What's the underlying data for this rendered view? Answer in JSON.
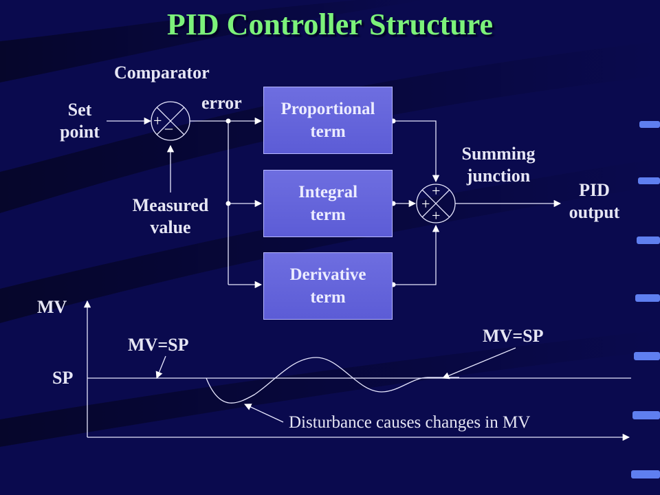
{
  "title": "PID Controller Structure",
  "labels": {
    "comparator": "Comparator",
    "set_point_line1": "Set",
    "set_point_line2": "point",
    "error": "error",
    "measured_line1": "Measured",
    "measured_line2": "value",
    "summing_line1": "Summing",
    "summing_line2": "junction",
    "pid_output_line1": "PID",
    "pid_output_line2": "output"
  },
  "blocks": [
    {
      "line1": "Proportional",
      "line2": "term"
    },
    {
      "line1": "Integral",
      "line2": "term"
    },
    {
      "line1": "Derivative",
      "line2": "term"
    }
  ],
  "signs": {
    "comparator_plus": "+",
    "comparator_minus": "–",
    "sum_top": "+",
    "sum_left": "+",
    "sum_bottom": "+"
  },
  "graph": {
    "y_label": "MV",
    "sp_label": "SP",
    "annotation_left": "MV=SP",
    "annotation_right": "MV=SP",
    "disturbance_note": "Disturbance causes changes in MV"
  },
  "colors": {
    "background": "#0a0a4e",
    "title": "#7cf27a",
    "block_fill": "#6464dc",
    "text": "#e6e6f4"
  }
}
